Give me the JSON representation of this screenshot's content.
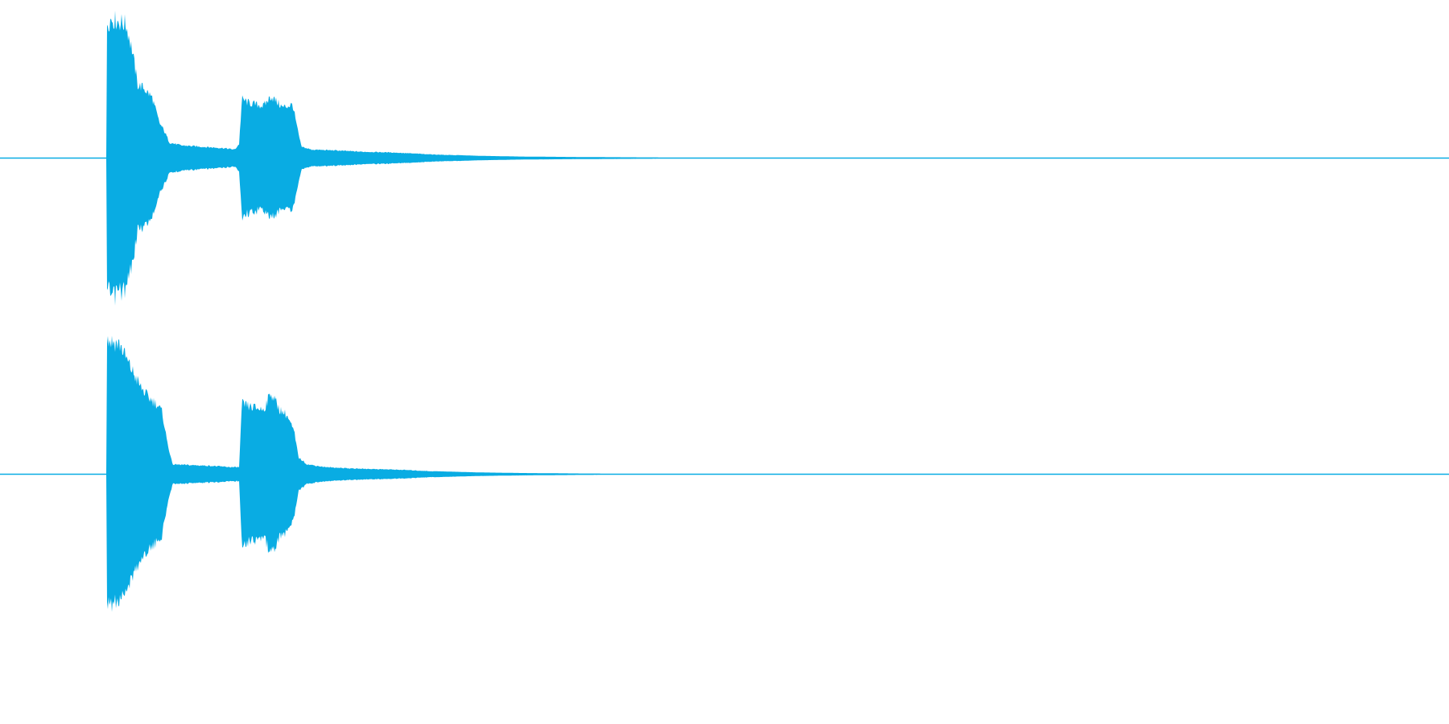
{
  "waveform": {
    "color": "#09ace3",
    "background": "#ffffff",
    "channels": [
      {
        "name": "left",
        "envelope": [
          [
            0,
            0.004
          ],
          [
            0.0735,
            0.004
          ],
          [
            0.0738,
            0.96
          ],
          [
            0.077,
            0.99
          ],
          [
            0.082,
            0.97
          ],
          [
            0.087,
            0.95
          ],
          [
            0.091,
            0.78
          ],
          [
            0.095,
            0.52
          ],
          [
            0.099,
            0.5
          ],
          [
            0.105,
            0.43
          ],
          [
            0.11,
            0.25
          ],
          [
            0.113,
            0.2
          ],
          [
            0.117,
            0.11
          ],
          [
            0.125,
            0.09
          ],
          [
            0.14,
            0.08
          ],
          [
            0.155,
            0.07
          ],
          [
            0.162,
            0.06
          ],
          [
            0.165,
            0.1
          ],
          [
            0.167,
            0.42
          ],
          [
            0.172,
            0.39
          ],
          [
            0.182,
            0.37
          ],
          [
            0.187,
            0.44
          ],
          [
            0.195,
            0.36
          ],
          [
            0.202,
            0.38
          ],
          [
            0.205,
            0.22
          ],
          [
            0.208,
            0.08
          ],
          [
            0.215,
            0.06
          ],
          [
            0.23,
            0.055
          ],
          [
            0.25,
            0.045
          ],
          [
            0.27,
            0.04
          ],
          [
            0.28,
            0.035
          ],
          [
            0.3,
            0.025
          ],
          [
            0.33,
            0.015
          ],
          [
            0.36,
            0.01
          ],
          [
            0.4,
            0.007
          ],
          [
            0.44,
            0.005
          ],
          [
            0.47,
            0.004
          ],
          [
            1.0,
            0.004
          ]
        ]
      },
      {
        "name": "right",
        "envelope": [
          [
            0,
            0.004
          ],
          [
            0.0735,
            0.004
          ],
          [
            0.0738,
            0.96
          ],
          [
            0.078,
            0.94
          ],
          [
            0.083,
            0.92
          ],
          [
            0.088,
            0.8
          ],
          [
            0.093,
            0.7
          ],
          [
            0.097,
            0.62
          ],
          [
            0.102,
            0.55
          ],
          [
            0.108,
            0.5
          ],
          [
            0.112,
            0.44
          ],
          [
            0.115,
            0.25
          ],
          [
            0.119,
            0.07
          ],
          [
            0.13,
            0.065
          ],
          [
            0.145,
            0.06
          ],
          [
            0.16,
            0.05
          ],
          [
            0.165,
            0.05
          ],
          [
            0.167,
            0.5
          ],
          [
            0.172,
            0.48
          ],
          [
            0.182,
            0.46
          ],
          [
            0.187,
            0.58
          ],
          [
            0.193,
            0.46
          ],
          [
            0.198,
            0.42
          ],
          [
            0.203,
            0.3
          ],
          [
            0.206,
            0.12
          ],
          [
            0.212,
            0.07
          ],
          [
            0.225,
            0.05
          ],
          [
            0.245,
            0.04
          ],
          [
            0.265,
            0.035
          ],
          [
            0.28,
            0.03
          ],
          [
            0.3,
            0.02
          ],
          [
            0.33,
            0.012
          ],
          [
            0.36,
            0.008
          ],
          [
            0.4,
            0.005
          ],
          [
            0.43,
            0.004
          ],
          [
            1.0,
            0.004
          ]
        ]
      }
    ]
  }
}
